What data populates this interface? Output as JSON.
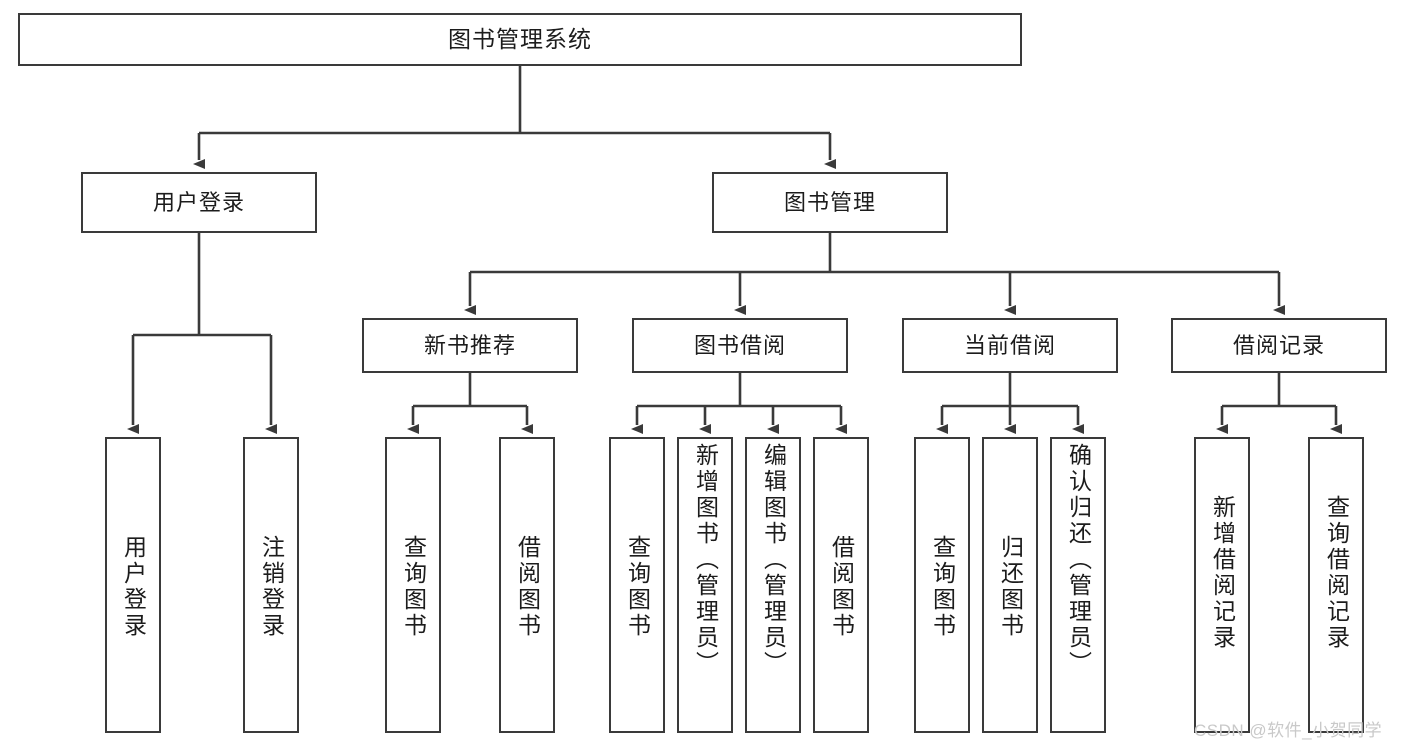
{
  "diagram": {
    "title": "图书管理系统",
    "type": "tree-hierarchy",
    "root": {
      "label": "图书管理系统"
    },
    "level2": [
      {
        "label": "用户登录"
      },
      {
        "label": "图书管理"
      }
    ],
    "level3": [
      {
        "label": "新书推荐"
      },
      {
        "label": "图书借阅"
      },
      {
        "label": "当前借阅"
      },
      {
        "label": "借阅记录"
      }
    ],
    "leaves": {
      "user_login": [
        {
          "label": "用户登录"
        },
        {
          "label": "注销登录"
        }
      ],
      "new_book_recommend": [
        {
          "label": "查询图书"
        },
        {
          "label": "借阅图书"
        }
      ],
      "book_borrow": [
        {
          "label": "查询图书"
        },
        {
          "label": "新增图书（管理员）"
        },
        {
          "label": "编辑图书（管理员）"
        },
        {
          "label": "借阅图书"
        }
      ],
      "current_borrow": [
        {
          "label": "查询图书"
        },
        {
          "label": "归还图书"
        },
        {
          "label": "确认归还（管理员）"
        }
      ],
      "borrow_record": [
        {
          "label": "新增借阅记录"
        },
        {
          "label": "查询借阅记录"
        }
      ]
    }
  },
  "watermark": {
    "text": "CSDN @软件_小贺同学"
  },
  "colors": {
    "border": "#3a3a3a",
    "background": "#ffffff",
    "text": "#1c1c1c",
    "watermark": "#c9c9c9"
  }
}
